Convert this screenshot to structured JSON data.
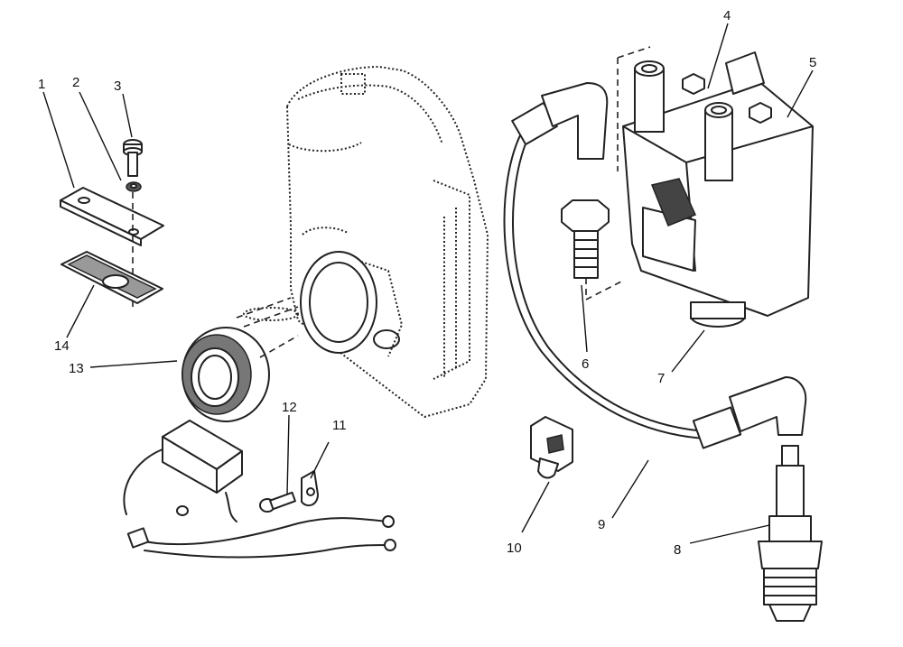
{
  "diagram": {
    "callouts": [
      {
        "id": "1",
        "label": "1"
      },
      {
        "id": "2",
        "label": "2"
      },
      {
        "id": "3",
        "label": "3"
      },
      {
        "id": "4",
        "label": "4"
      },
      {
        "id": "5",
        "label": "5"
      },
      {
        "id": "6",
        "label": "6"
      },
      {
        "id": "7",
        "label": "7"
      },
      {
        "id": "8",
        "label": "8"
      },
      {
        "id": "9",
        "label": "9"
      },
      {
        "id": "10",
        "label": "10"
      },
      {
        "id": "11",
        "label": "11"
      },
      {
        "id": "12",
        "label": "12"
      },
      {
        "id": "13",
        "label": "13"
      },
      {
        "id": "14",
        "label": "14"
      }
    ],
    "colors": {
      "ink": "#222222",
      "background": "#ffffff"
    }
  }
}
